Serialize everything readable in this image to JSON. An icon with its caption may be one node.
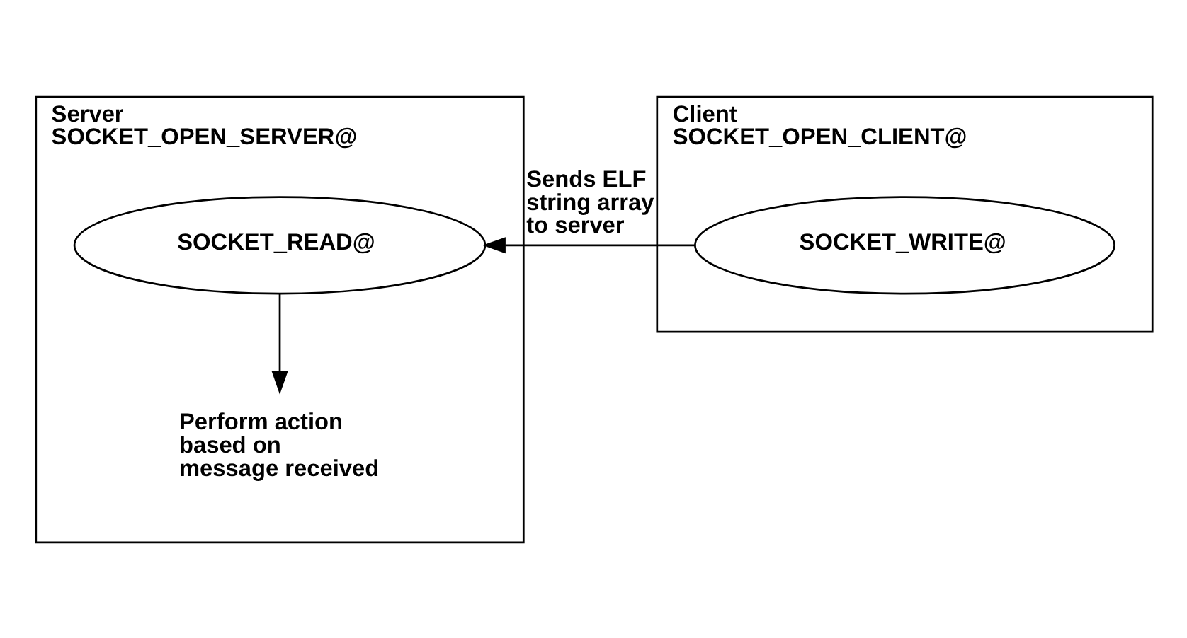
{
  "diagram": {
    "nodes": [
      {
        "text": [
          "Server",
          "SOCKET_OPEN_SERVER@"
        ]
      },
      {
        "text": [
          "SOCKET_READ@"
        ],
        "in": 0
      },
      {
        "text": [
          "Perform action based on message received"
        ],
        "in": 0
      },
      {
        "text": [
          "Client",
          "SOCKET_OPEN_CLIENT@"
        ]
      },
      {
        "text": [
          "SOCKET_WRITE@"
        ],
        "in": 3
      }
    ],
    "edges": [
      {
        "from": 1,
        "to": 2,
        "arrow": "to"
      },
      {
        "from": 4,
        "to": 1,
        "arrow": "to",
        "label": "Sends ELF string array to server"
      }
    ]
  }
}
